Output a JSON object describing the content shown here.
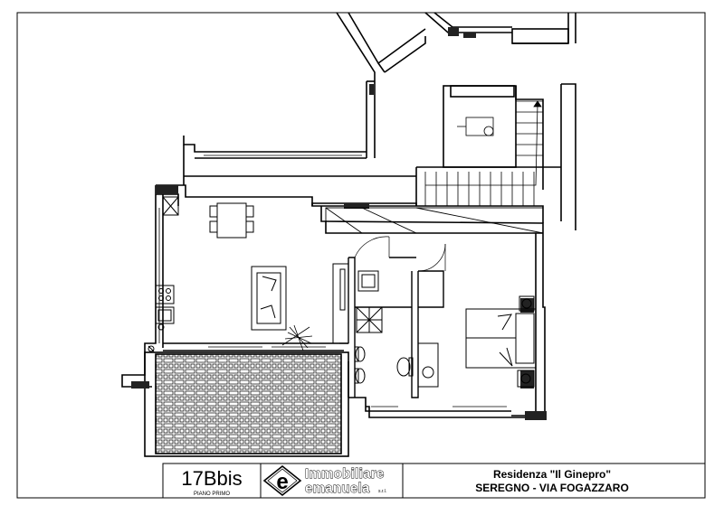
{
  "title_block": {
    "unit_code": "17Bbis",
    "floor_label": "PIANO PRIMO",
    "logo": {
      "letter": "e",
      "line1": "Immobiliare",
      "line2": "emanuela",
      "suffix": "s.r.l."
    },
    "project_name": "Residenza \"Il Ginepro\"",
    "address": "SEREGNO - VIA FOGAZZARO"
  }
}
